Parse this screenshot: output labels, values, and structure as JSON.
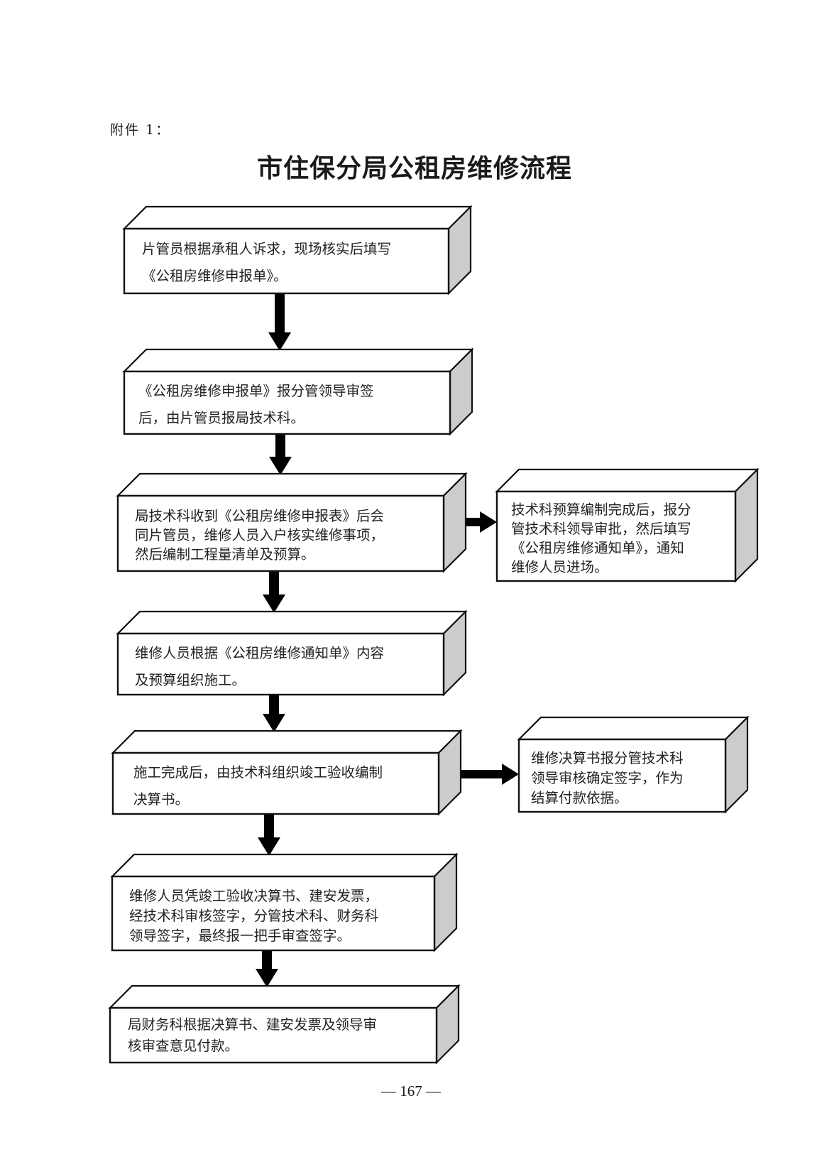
{
  "header": {
    "attachment_label": "附件 1：",
    "title": "市住保分局公租房维修流程"
  },
  "flowchart": {
    "nodes": [
      {
        "id": "step1",
        "lines": [
          "片管员根据承租人诉求，现场核实后填写",
          "《公租房维修申报单》。"
        ]
      },
      {
        "id": "step2",
        "lines": [
          "《公租房维修申报单》报分管领导审签",
          "后，由片管员报局技术科。"
        ]
      },
      {
        "id": "step3",
        "lines": [
          "局技术科收到《公租房维修申报表》后会",
          "同片管员，维修人员入户核实维修事项，",
          "然后编制工程量清单及预算。"
        ]
      },
      {
        "id": "step3b",
        "lines": [
          "技术科预算编制完成后，报分",
          "管技术科领导审批，然后填写",
          "《公租房维修通知单》，通知",
          "维修人员进场。"
        ]
      },
      {
        "id": "step4",
        "lines": [
          "维修人员根据《公租房维修通知单》内容",
          "及预算组织施工。"
        ]
      },
      {
        "id": "step5",
        "lines": [
          "施工完成后，由技术科组织竣工验收编制",
          "决算书。"
        ]
      },
      {
        "id": "step5b",
        "lines": [
          "维修决算书报分管技术科",
          "领导审核确定签字，作为",
          "结算付款依据。"
        ]
      },
      {
        "id": "step6",
        "lines": [
          "维修人员凭竣工验收决算书、建安发票，",
          "经技术科审核签字，分管技术科、财务科",
          "领导签字，最终报一把手审查签字。"
        ]
      },
      {
        "id": "step7",
        "lines": [
          "局财务科根据决算书、建安发票及领导审",
          "核审查意见付款。"
        ]
      }
    ],
    "edges": [
      {
        "from": "step1",
        "to": "step2",
        "direction": "down"
      },
      {
        "from": "step2",
        "to": "step3",
        "direction": "down"
      },
      {
        "from": "step3",
        "to": "step3b",
        "direction": "right"
      },
      {
        "from": "step3",
        "to": "step4",
        "direction": "down"
      },
      {
        "from": "step4",
        "to": "step5",
        "direction": "down"
      },
      {
        "from": "step5",
        "to": "step5b",
        "direction": "right"
      },
      {
        "from": "step5",
        "to": "step6",
        "direction": "down"
      },
      {
        "from": "step6",
        "to": "step7",
        "direction": "down"
      }
    ],
    "colors": {
      "face": "#ffffff",
      "side": "#cccccc",
      "stroke": "#111111",
      "arrow": "#000000"
    }
  },
  "footer": {
    "page_number": "— 167 —"
  }
}
